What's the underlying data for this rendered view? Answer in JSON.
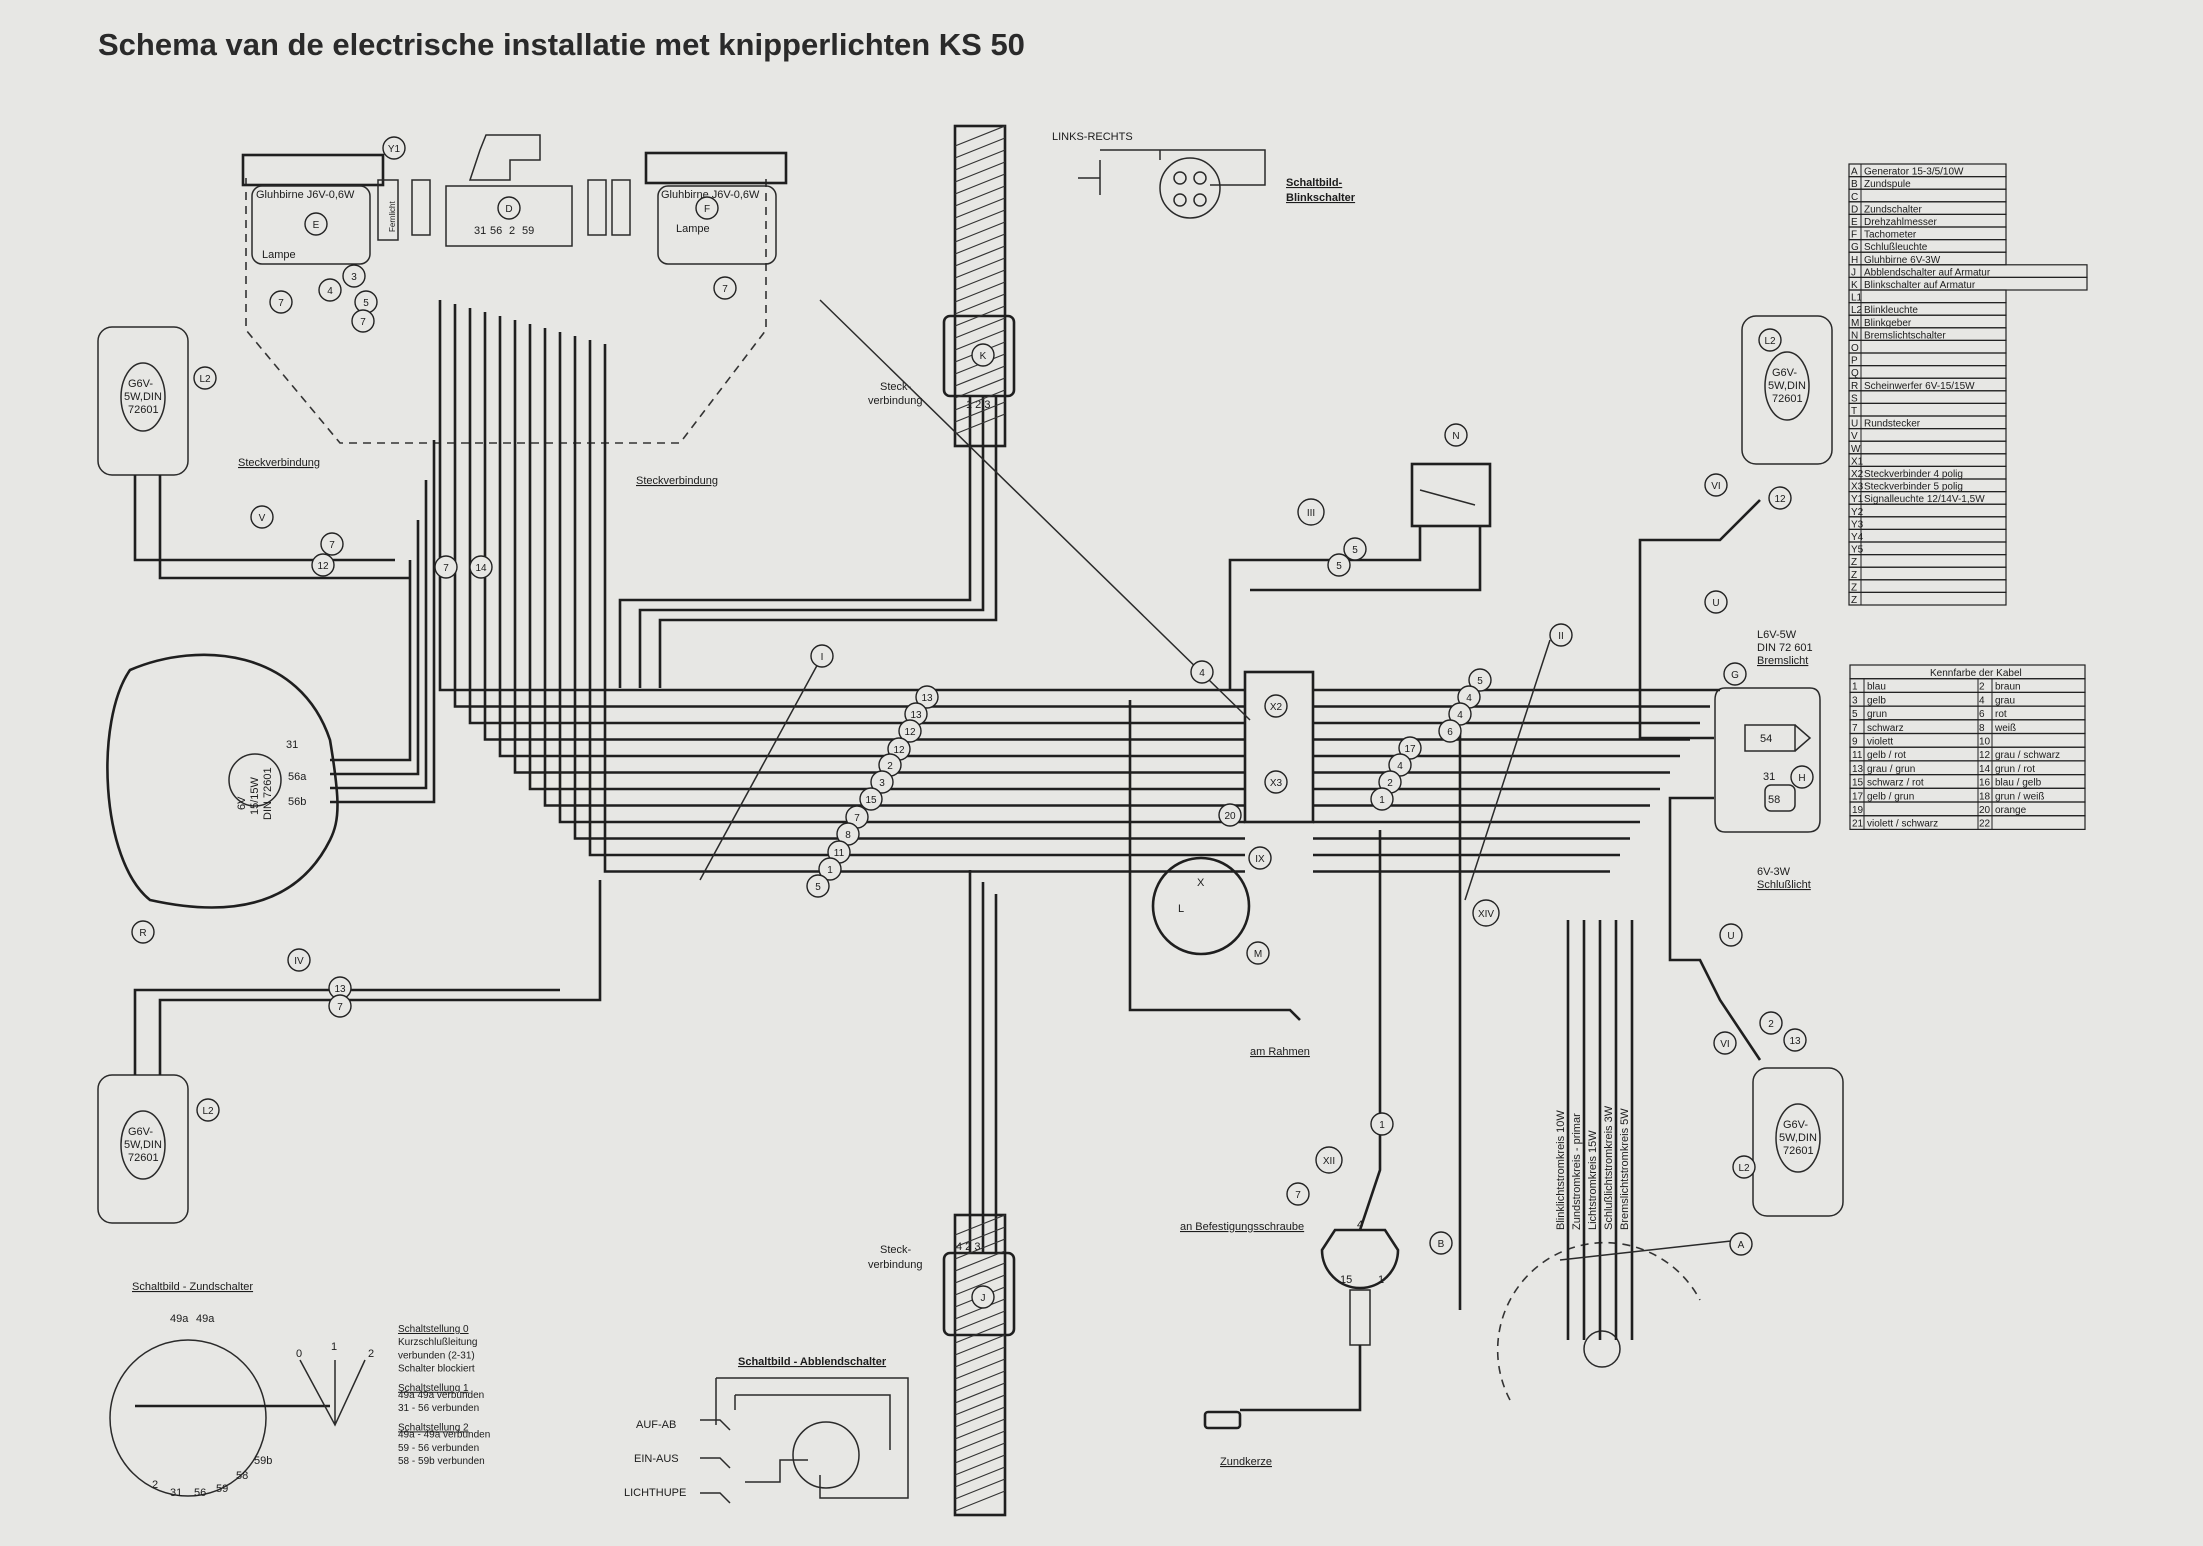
{
  "title": "Schema van de electrische installatie met knipperlichten  KS 50",
  "components_legend": [
    {
      "key": "A",
      "desc": "Generator 15-3/5/10W"
    },
    {
      "key": "B",
      "desc": "Zundspule"
    },
    {
      "key": "C",
      "desc": ""
    },
    {
      "key": "D",
      "desc": "Zundschalter"
    },
    {
      "key": "E",
      "desc": "Drehzahlmesser"
    },
    {
      "key": "F",
      "desc": "Tachometer"
    },
    {
      "key": "G",
      "desc": "Schlußleuchte"
    },
    {
      "key": "H",
      "desc": "Gluhbirne 6V-3W"
    },
    {
      "key": "J",
      "desc": "Abblendschalter auf Armatur"
    },
    {
      "key": "K",
      "desc": "Blinkschalter auf Armatur"
    },
    {
      "key": "L1",
      "desc": ""
    },
    {
      "key": "L2",
      "desc": "Blinkleuchte"
    },
    {
      "key": "M",
      "desc": "Blinkgeber"
    },
    {
      "key": "N",
      "desc": "Bremslichtschalter"
    },
    {
      "key": "O",
      "desc": ""
    },
    {
      "key": "P",
      "desc": ""
    },
    {
      "key": "Q",
      "desc": ""
    },
    {
      "key": "R",
      "desc": "Scheinwerfer 6V-15/15W"
    },
    {
      "key": "S",
      "desc": ""
    },
    {
      "key": "T",
      "desc": ""
    },
    {
      "key": "U",
      "desc": "Rundstecker"
    },
    {
      "key": "V",
      "desc": ""
    },
    {
      "key": "W",
      "desc": ""
    },
    {
      "key": "X1",
      "desc": ""
    },
    {
      "key": "X2",
      "desc": "Steckverbinder 4 polig"
    },
    {
      "key": "X3",
      "desc": "Steckverbinder 5 polig"
    },
    {
      "key": "Y1",
      "desc": "Signalleuchte 12/14V-1,5W"
    },
    {
      "key": "Y2",
      "desc": ""
    },
    {
      "key": "Y3",
      "desc": ""
    },
    {
      "key": "Y4",
      "desc": ""
    },
    {
      "key": "Y5",
      "desc": ""
    },
    {
      "key": "Z",
      "desc": ""
    },
    {
      "key": "Z",
      "desc": ""
    },
    {
      "key": "Z",
      "desc": ""
    },
    {
      "key": "Z",
      "desc": ""
    }
  ],
  "cable_colors": {
    "title": "Kennfarbe der Kabel",
    "rows": [
      [
        "1",
        "blau",
        "2",
        "braun"
      ],
      [
        "3",
        "gelb",
        "4",
        "grau"
      ],
      [
        "5",
        "grun",
        "6",
        "rot"
      ],
      [
        "7",
        "schwarz",
        "8",
        "weiß"
      ],
      [
        "9",
        "violett",
        "10",
        ""
      ],
      [
        "11",
        "gelb / rot",
        "12",
        "grau / schwarz"
      ],
      [
        "13",
        "grau / grun",
        "14",
        "grun / rot"
      ],
      [
        "15",
        "schwarz / rot",
        "16",
        "blau / gelb"
      ],
      [
        "17",
        "gelb / grun",
        "18",
        "grun / weiß"
      ],
      [
        "19",
        "",
        "20",
        "orange"
      ],
      [
        "21",
        "violett / schwarz",
        "22",
        ""
      ]
    ]
  },
  "instrument": {
    "bulb_left": "Gluhbirne J6V-0,6W",
    "bulb_right": "Gluhbirne J6V-0,6W",
    "lamp_left": "Lampe",
    "lamp_right": "Lampe",
    "fernlicht": "Fernlicht",
    "terminals": [
      "31",
      "56",
      "2",
      "59"
    ]
  },
  "connectors": {
    "steck_left": "Steckverbindung",
    "steck_right": "Steckverbindung",
    "steck_top": "Steck-",
    "steck_top2": "verbindung",
    "steck_bottom": "Steck-",
    "steck_bottom2": "verbindung",
    "k_pins": "1  2  3",
    "j_pins": "4  2  3"
  },
  "blinkschalter": {
    "links_rechts": "LINKS-RECHTS",
    "title1": "Schaltbild-",
    "title2": "Blinkschalter"
  },
  "bulbs": {
    "turn_signal": "G6V-",
    "turn_signal2": "5W,DIN",
    "turn_signal3": "72601",
    "headlight1": "6V",
    "headlight2": "15/15W",
    "headlight3": "DIN 72601",
    "head_31": "31",
    "head_56a": "56a",
    "head_56b": "56b"
  },
  "taillight": {
    "brake1": "L6V-5W",
    "brake2": "DIN 72 601",
    "brake3": "Bremslicht",
    "t54": "54",
    "t31": "31",
    "t58": "58",
    "tail1": "6V-3W",
    "tail2": "Schlußlicht"
  },
  "ground": {
    "rahmen": "am Rahmen",
    "schraube": "an Befestigungsschraube",
    "zundkerze": "Zundkerze",
    "coil_15": "15",
    "coil_1": "1",
    "coil_4": "4"
  },
  "generator_circuits": [
    "Blinklichtstromkreis 10W",
    "Zundstromkreis - primar",
    "Lichtstromkreis 15W",
    "Schlußlichtstromkreis 3W",
    "Bremslichtstromkreis 5W"
  ],
  "flasher": {
    "x": "X",
    "l": "L"
  },
  "zundschalter": {
    "title": "Schaltbild - Zundschalter",
    "top": [
      "49a",
      "49a"
    ],
    "bottom": [
      "2",
      "31",
      "56",
      "59",
      "58",
      "59b"
    ],
    "positions": [
      "0",
      "1",
      "2"
    ],
    "notes": [
      "Schaltstellung 0",
      "Kurzschlußleitung",
      "verbunden (2-31)",
      "Schalter blockiert",
      "Schaltstellung 1",
      "49a  49a  verbunden",
      "31 - 56   verbunden",
      "Schaltstellung 2",
      "49a - 49a  verbunden",
      "59 - 56   verbunden",
      "58 - 59b  verbunden"
    ]
  },
  "abblendschalter": {
    "title": "Schaltbild - Abblendschalter",
    "auf_ab": "AUF-AB",
    "ein_aus": "EIN-AUS",
    "lichthupe": "LICHTHUPE"
  },
  "markers": [
    "13",
    "13",
    "12",
    "12",
    "2",
    "3",
    "15",
    "7",
    "8",
    "11",
    "1",
    "5",
    "5",
    "4",
    "4",
    "6",
    "17",
    "4",
    "2",
    "1",
    "4",
    "20",
    "7",
    "12",
    "13",
    "7",
    "7",
    "4",
    "3",
    "5",
    "7",
    "7",
    "14",
    "7",
    "5",
    "5",
    "1",
    "7",
    "2",
    "13",
    "12",
    "E",
    "F",
    "D",
    "Y1",
    "K",
    "J",
    "N",
    "M",
    "B",
    "A",
    "G",
    "H",
    "U",
    "U",
    "L2",
    "L2",
    "L2",
    "L2",
    "R",
    "I",
    "II",
    "III",
    "IV",
    "V",
    "VI",
    "VI",
    "IX",
    "XIV",
    "XII",
    "X2",
    "X3"
  ]
}
